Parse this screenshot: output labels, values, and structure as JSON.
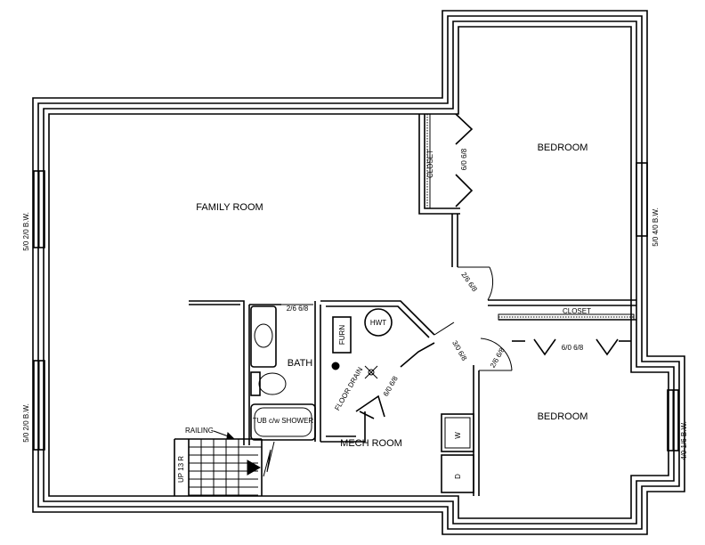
{
  "rooms": {
    "family_room": "FAMILY ROOM",
    "bedroom_top": "BEDROOM",
    "bedroom_bottom": "BEDROOM",
    "bath": "BATH",
    "mech_room": "MECH ROOM",
    "closet_top": "CLOSET",
    "closet_bottom": "CLOSET"
  },
  "fixtures": {
    "hwt": "HWT",
    "furn": "FURN",
    "tub": "TUB c/w SHOWER",
    "floor_drain": "FLOOR DRAIN",
    "washer": "W",
    "dryer": "D",
    "railing": "RAILING",
    "stair": "UP 13 R"
  },
  "doors": {
    "closet_top": "6/0 6/8",
    "bed_top": "2/6 6/8",
    "bath": "2/6 6/8",
    "mech_a": "3/0 6/8",
    "bed_bottom": "2/6 6/8",
    "closet_bottom": "6/0 6/8",
    "mech_b": "6/0 6/8"
  },
  "windows": {
    "left_upper": "5/0 2/0 B.W.",
    "left_lower": "5/0 2/0 B.W.",
    "right_upper": "5/0 4/0 B.W.",
    "right_lower": "4/0 1/6 B.W."
  }
}
